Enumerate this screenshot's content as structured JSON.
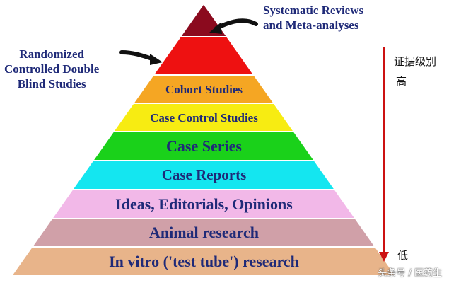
{
  "tiers": [
    {
      "label": "",
      "color": "#8b0a1e",
      "text_color": "#1f2a78"
    },
    {
      "label": "",
      "color": "#ee1111",
      "text_color": "#1f2a78"
    },
    {
      "label": "Cohort Studies",
      "color": "#f5a623",
      "text_color": "#1f2a78"
    },
    {
      "label": "Case Control Studies",
      "color": "#f7ec12",
      "text_color": "#1f2a78"
    },
    {
      "label": "Case Series",
      "color": "#1ad11a",
      "text_color": "#1f2a78"
    },
    {
      "label": "Case Reports",
      "color": "#14e6f0",
      "text_color": "#1f2a78"
    },
    {
      "label": "Ideas, Editorials, Opinions",
      "color": "#f2b8e8",
      "text_color": "#1f2a78"
    },
    {
      "label": "Animal research",
      "color": "#d0a0a8",
      "text_color": "#1f2a78"
    },
    {
      "label": "In vitro ('test tube') research",
      "color": "#e8b48a",
      "text_color": "#1f2a78"
    }
  ],
  "callouts": {
    "top": [
      "Systematic Reviews",
      "and Meta-analyses"
    ],
    "second": [
      "Randomized",
      "Controlled Double",
      "Blind Studies"
    ]
  },
  "evidence_axis": {
    "label": "证据级别",
    "high": "高",
    "low": "低",
    "arrow_color": "#cc1111"
  },
  "watermark": "头条号 / 医药生"
}
